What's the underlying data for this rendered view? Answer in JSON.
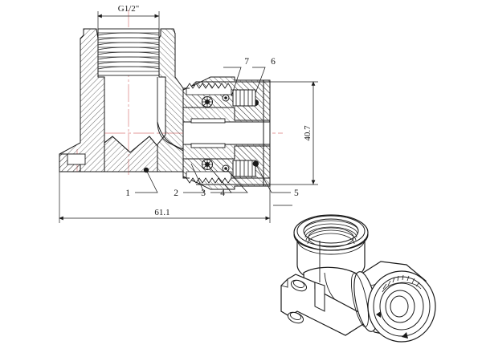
{
  "drawing": {
    "background_color": "#ffffff",
    "line_color": "#1a1a1a",
    "centerline_color": "#e39a9a",
    "hatch_color": "#2b2b2b",
    "title": "",
    "views": {
      "section_view": "cross-section-elbow-fitting",
      "isometric_view": "isometric-elbow-fitting"
    }
  },
  "dimensions": {
    "thread_size": {
      "label": "G1/2\"",
      "name": "thread-size-dimension"
    },
    "overall_height": {
      "label": "40.7",
      "name": "overall-height-dimension"
    },
    "overall_length": {
      "label": "61.1",
      "name": "overall-length-dimension"
    }
  },
  "callouts": [
    {
      "id": "1",
      "label": "1"
    },
    {
      "id": "2",
      "label": "2"
    },
    {
      "id": "3",
      "label": "3"
    },
    {
      "id": "4",
      "label": "4"
    },
    {
      "id": "5",
      "label": "5"
    },
    {
      "id": "6",
      "label": "6"
    },
    {
      "id": "7",
      "label": "7"
    }
  ]
}
